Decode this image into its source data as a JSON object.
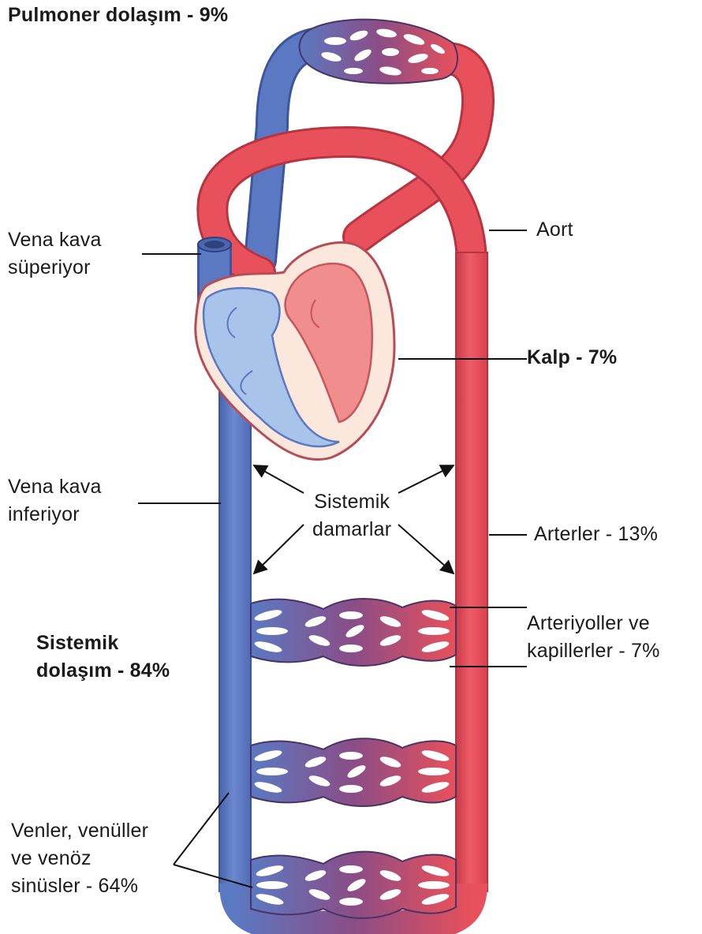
{
  "labels": {
    "pulmonary": "Pulmoner dolaşım - 9%",
    "svc": [
      "Vena kava",
      "süperiyor"
    ],
    "aorta": "Aort",
    "heart": "Kalp - 7%",
    "ivc": [
      "Vena kava",
      "inferiyor"
    ],
    "systemic_vessels": [
      "Sistemik",
      "damarlar"
    ],
    "arteries": "Arterler - 13%",
    "arterioles": [
      "Arteriyoller ve",
      "kapillerler - 7%"
    ],
    "systemic_circulation": [
      "Sistemik",
      "dolaşım - 84%"
    ],
    "veins": [
      "Venler, venüller",
      "ve venöz",
      "sinüsler - 64%"
    ]
  },
  "colors": {
    "artery": "#e8505b",
    "vein": "#5b79c2",
    "capillary": "#8a4d86",
    "heart_outline": "#b84b53",
    "heart_fill": "#fbe7dc",
    "left_heart": "#f08d8d",
    "right_heart": "#a9c4ea"
  }
}
